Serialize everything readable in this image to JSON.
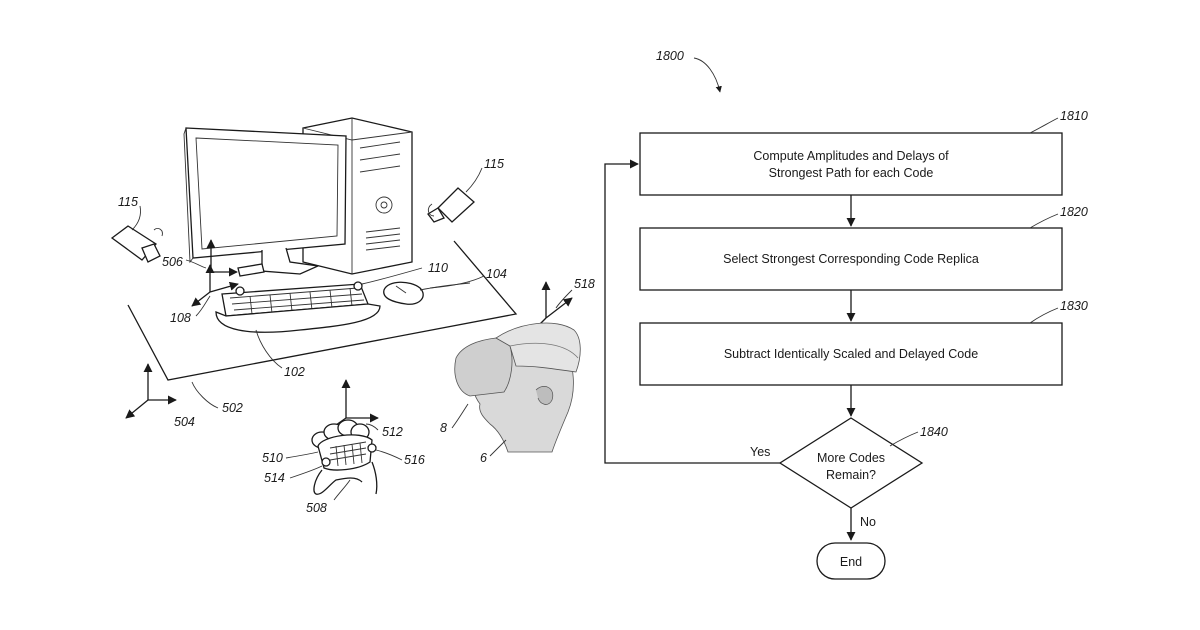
{
  "flowchart": {
    "figure_ref": "1800",
    "steps": [
      {
        "ref": "1810",
        "line1": "Compute Amplitudes and Delays of",
        "line2": "Strongest Path for each Code"
      },
      {
        "ref": "1820",
        "line1": "Select Strongest Corresponding Code Replica",
        "line2": ""
      },
      {
        "ref": "1830",
        "line1": "Subtract Identically Scaled and Delayed Code",
        "line2": ""
      }
    ],
    "decision": {
      "ref": "1840",
      "line1": "More Codes",
      "line2": "Remain?"
    },
    "yes_label": "Yes",
    "no_label": "No",
    "end_label": "End"
  },
  "scene_refs": {
    "camera_left": "115",
    "camera_right": "115",
    "hmd_axes": "518",
    "monitor_axes": "506",
    "keyboard_axes": "108",
    "marker": "110",
    "mouse": "104",
    "desk_pad": "102",
    "world_axes": "504",
    "surface": "502",
    "glove_axes": "512",
    "glove_hand": "510",
    "glove_marker": "516",
    "glove_pad": "514",
    "glove_wrist": "508",
    "hmd": "8",
    "user": "6"
  }
}
